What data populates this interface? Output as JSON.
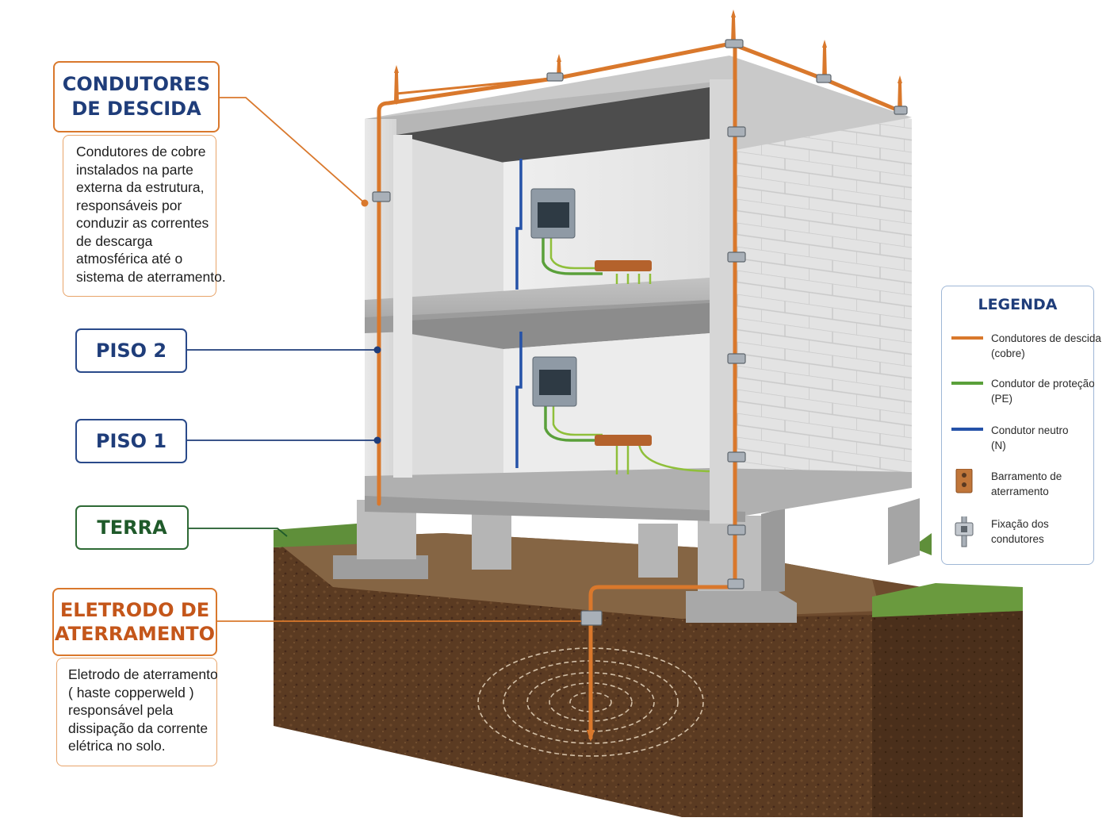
{
  "callouts": {
    "descida": {
      "title_lines": [
        "CONDUTORES",
        "DE DESCIDA"
      ],
      "description_lines": [
        "Condutores de cobre",
        "instalados na parte",
        "externa da estrutura,",
        "responsáveis por",
        "conduzir as correntes",
        "de descarga",
        "atmosférica até o",
        "sistema de aterramento."
      ]
    },
    "piso2": {
      "label": "PISO 2"
    },
    "piso1": {
      "label": "PISO 1"
    },
    "terra": {
      "label": "TERRA"
    },
    "eletrodo": {
      "title_lines": [
        "ELETRODO DE",
        "ATERRAMENTO"
      ],
      "description_lines": [
        "Eletrodo de aterramento",
        "( haste copperweld )",
        "responsável pela",
        "dissipação da corrente",
        "elétrica no solo."
      ]
    }
  },
  "legend": {
    "title": "LEGENDA",
    "items": [
      {
        "icon": "copper-line",
        "lines": [
          "Condutores de descida",
          "(cobre)"
        ]
      },
      {
        "icon": "green-line",
        "lines": [
          "Condutor de proteção",
          "(PE)"
        ]
      },
      {
        "icon": "blue-line",
        "lines": [
          "Condutor neutro",
          "(N)"
        ]
      },
      {
        "icon": "busbar-icon",
        "lines": [
          "Barramento de",
          "aterramento"
        ]
      },
      {
        "icon": "clamp-icon",
        "lines": [
          "Fixação dos",
          "condutores"
        ]
      }
    ]
  },
  "colors": {
    "copper": "#d9782c",
    "protection_green": "#5aa03a",
    "neutral_blue": "#2552a8",
    "title_blue": "#1f3d7a",
    "title_orange": "#c4561a",
    "terra_green": "#1f5a2a",
    "soil": "#5a3a22",
    "concrete": "#b8b8b8"
  }
}
